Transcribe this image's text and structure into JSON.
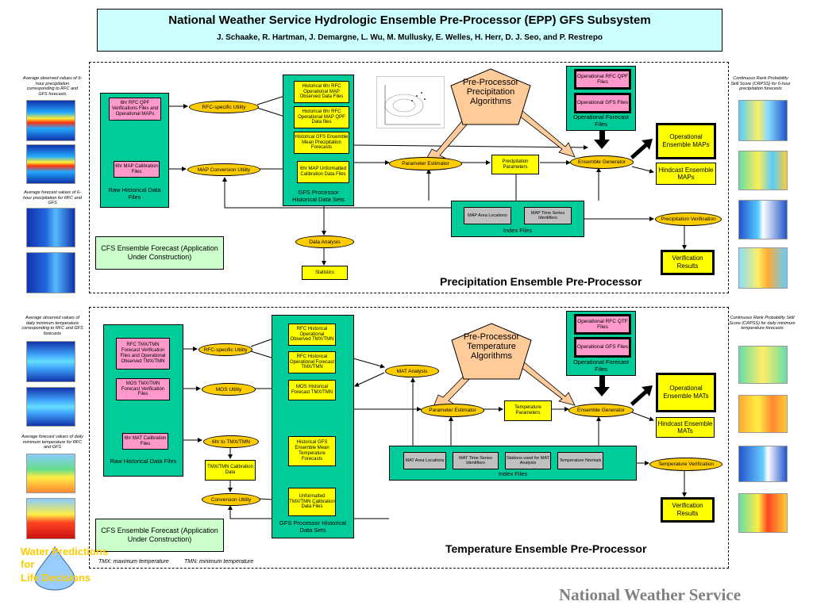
{
  "header": {
    "title": "National Weather Service Hydrologic Ensemble Pre-Processor (EPP) GFS Subsystem",
    "authors": "J. Schaake, R. Hartman, J. Demargne, L. Wu, M. Mullusky, E. Welles, H. Herr, D. J. Seo, and P. Restrepo"
  },
  "precip": {
    "section_title": "Precipitation Ensemble Pre-Processor",
    "left_caption_1": "Average observed values of 6-hour precipitation corresponding to RFC and GFS forecasts",
    "left_caption_2": "Average forecast values of 6-hour precipitation for RFC and GFS",
    "right_caption": "Continuous Rank Probability Skill Score (CRPSS) for 6-hour precipitation forecasts",
    "raw_box_label": "Raw Historical Data Files",
    "rfc_qpf": "6hr RFC QPF Verifications Files and Operational MAPs",
    "map_calib": "6hr MAP Calibration Files",
    "rfc_utility": "RFC-specific Utility",
    "map_utility": "MAP Conversion Utility",
    "gfs_box_label": "GFS Processor Historical Data Sets",
    "gfs_items": [
      "Historical 6hr RFC Operational MAP Observed Data Files",
      "Historical 6hr RFC Operational MAP QPF Data files",
      "Historical GFS Ensemble Mean Precipitation Forecasts",
      "6hr MAP Unformatted Calibration Data Files"
    ],
    "algorithms": "Pre-Processor Precipitation Algorithms",
    "op_forecast_label": "Operational Forecast Files",
    "op_rfc": "Operational RFC QPF Files",
    "op_gfs": "Operational GFS Files",
    "param_estimator": "Parameter Estimator",
    "params": "Precipitation Parameters",
    "ens_gen": "Ensemble Generator",
    "op_ens": "Operational Ensemble MAPs",
    "hind_ens": "Hindcast Ensemble MAPs",
    "index_label": "Index Files",
    "index_items": [
      "MAP Area Locations",
      "MAP Time Series Identifiers"
    ],
    "verif": "Precipitation Verification",
    "verif_results": "Verification Results",
    "data_analysis": "Data Analysis",
    "statistics": "Statistics",
    "cfs": "CFS Ensemble Forecast (Application Under Construction)"
  },
  "temp": {
    "section_title": "Temperature Ensemble Pre-Processor",
    "left_caption_1": "Average observed values of daily minimum temperature corresponding to RFC and GFS forecasts",
    "left_caption_2": "Average forecast values of daily minimum temperature for RFC and GFS",
    "right_caption": "Continuous Rank Probability Skill Score (CRPSS) for daily minimum temperature forecasts",
    "raw_box_label": "Raw Historical Data Files",
    "rfc_tmx": "RFC TMX/TMN Forecast Verification Files and Operational Observed TMX/TMN",
    "mos_tmx": "MOS TMX/TMN Forecast Verification Files",
    "mat_calib": "6hr MAT Calibration Files",
    "rfc_utility": "RFC-specific Utility",
    "mos_utility": "MOS Utility",
    "tmx_util": "6hr to TMX/TMN",
    "tmx_calib": "TMX/TMN Calibration Data",
    "conv_util": "Conversion Utility",
    "gfs_box_label": "GFS Processor Historical Data Sets",
    "gfs_items": [
      "RFC Historical Operational Observed TMX/TMN",
      "RFC Historical Operational Forecast TMX/TMN",
      "MOS Historical Forecast TMX/TMN",
      "Historical GFS Ensemble Mean Temperature Forecasts",
      "Unformatted TMX/TMN Calibration Data Files"
    ],
    "algorithms": "Pre-Processor Temperature Algorithms",
    "op_forecast_label": "Operational Forecast Files",
    "op_rfc": "Operational RFC QTF Files",
    "op_gfs": "Operational GFS Files",
    "mat_analysis": "MAT Analysis",
    "param_estimator": "Parameter Estimator",
    "params": "Temperature Parameters",
    "ens_gen": "Ensemble Generator",
    "op_ens": "Operational Ensemble MATs",
    "hind_ens": "Hindcast Ensemble MATs",
    "index_label": "Index Files",
    "index_items": [
      "MAT Area Locations",
      "MAT Time Series Identifiers",
      "Stations used for MAT Analysis",
      "Temperature Normals"
    ],
    "verif": "Temperature Verification",
    "verif_results": "Verification Results",
    "cfs": "CFS Ensemble Forecast (Application Under Construction)"
  },
  "footer": {
    "legend_tmx": "TMX: maximum temperature",
    "legend_tmn": "TMN: minimum temperature",
    "logo_line1": "Water Predictions",
    "logo_line2": "for",
    "logo_line3": "Life Decisions",
    "org": "National Weather Service"
  },
  "colors": {
    "teal": "#00cc99",
    "pink": "#ff99cc",
    "yellow": "#ffff00",
    "orange": "#ffcc00",
    "light_green": "#ccffcc",
    "title_bg": "#ccffff"
  }
}
